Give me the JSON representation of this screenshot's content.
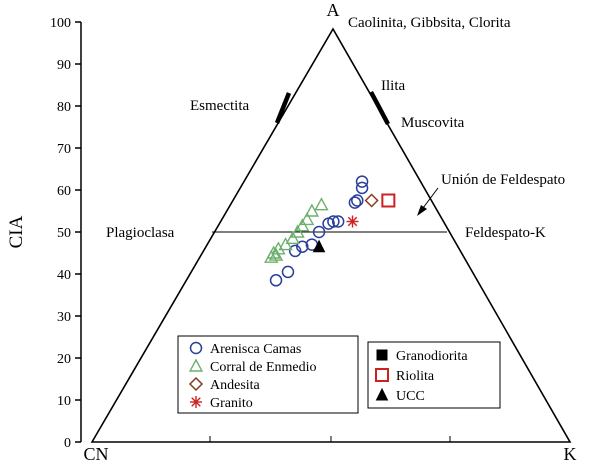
{
  "chart_data": {
    "type": "scatter",
    "subtype": "ternary A-CN-K (CIA)",
    "ylabel": "CIA",
    "ylim": [
      0,
      100
    ],
    "yticks": [
      "0",
      "10",
      "20",
      "30",
      "40",
      "50",
      "60",
      "70",
      "80",
      "90",
      "100"
    ],
    "vertices": {
      "top": "A",
      "left": "CN",
      "right": "K"
    },
    "mineral_labels": {
      "top": "Caolinita, Gibbsita, Clorita",
      "illite": "Ilita",
      "smectite": "Esmectita",
      "muscovite": "Muscovita",
      "feldspar_join": "Unión de Feldespato",
      "plagioclase": "Plagioclasa",
      "kfeldspar": "Feldespato-K"
    },
    "feldspar_join_cia": 50,
    "legend_left_placement": "bottom-center",
    "legend_right_placement": "bottom-right",
    "series": [
      {
        "name": "Arenisca Camas",
        "marker": "circle",
        "color": "#2a3f9c",
        "legend_group": "left",
        "points": [
          [
            38.5,
            38.5
          ],
          [
            41,
            40.5
          ],
          [
            42.5,
            45.5
          ],
          [
            44,
            46.5
          ],
          [
            46,
            47
          ],
          [
            47.5,
            50
          ],
          [
            49.5,
            52
          ],
          [
            50.5,
            52.5
          ],
          [
            51.5,
            52.5
          ],
          [
            55,
            57
          ],
          [
            56.5,
            60.5
          ],
          [
            56.5,
            62
          ],
          [
            55.5,
            57.5
          ]
        ]
      },
      {
        "name": "Corral de Enmedio",
        "marker": "triangle-open",
        "color": "#6db06d",
        "legend_group": "left",
        "points": [
          [
            37.5,
            44
          ],
          [
            38,
            45
          ],
          [
            39,
            46
          ],
          [
            40.5,
            47
          ],
          [
            42,
            48.5
          ],
          [
            43,
            50
          ],
          [
            44,
            51.5
          ],
          [
            45,
            53
          ],
          [
            46,
            55
          ],
          [
            48,
            56.5
          ],
          [
            38.5,
            44.5
          ]
        ]
      },
      {
        "name": "Andesita",
        "marker": "diamond",
        "color": "#8b3a1a",
        "legend_group": "left",
        "points": [
          [
            58.5,
            57.5
          ]
        ]
      },
      {
        "name": "Granito",
        "marker": "asterisk",
        "color": "#cc2222",
        "legend_group": "left",
        "points": [
          [
            54.5,
            52.5
          ]
        ]
      },
      {
        "name": "Granodiorita",
        "marker": "square-filled",
        "color": "#000000",
        "legend_group": "right",
        "points": []
      },
      {
        "name": "Riolita",
        "marker": "square-open",
        "color": "#cc2222",
        "legend_group": "right",
        "points": [
          [
            62,
            57.5
          ]
        ]
      },
      {
        "name": "UCC",
        "marker": "triangle-filled",
        "color": "#000000",
        "legend_group": "right",
        "points": [
          [
            47.5,
            46.5
          ]
        ]
      }
    ]
  }
}
